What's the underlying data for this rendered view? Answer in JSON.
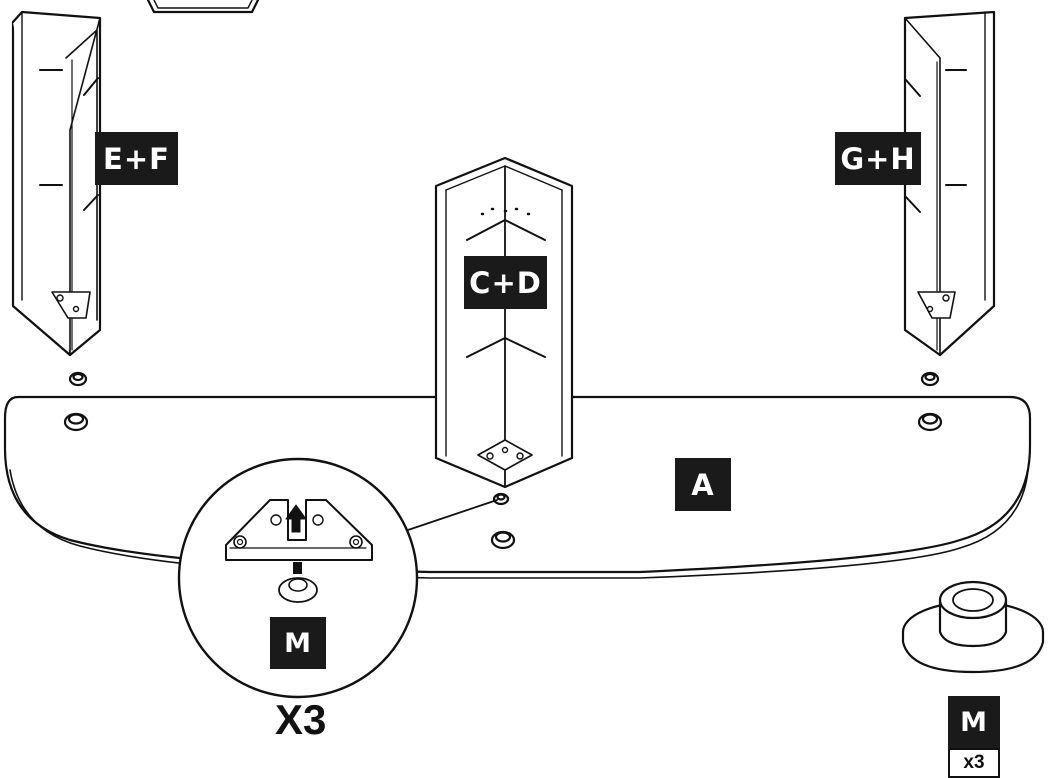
{
  "labels": {
    "ef": "E+F",
    "gh": "G+H",
    "cd": "C+D",
    "a": "A",
    "m_detail": "M",
    "m_part": "M"
  },
  "quantity_text": "X3",
  "part_quantity": "x3",
  "colors": {
    "label_bg": "#1a1a1a",
    "line": "#111111",
    "fill": "#ffffff"
  }
}
